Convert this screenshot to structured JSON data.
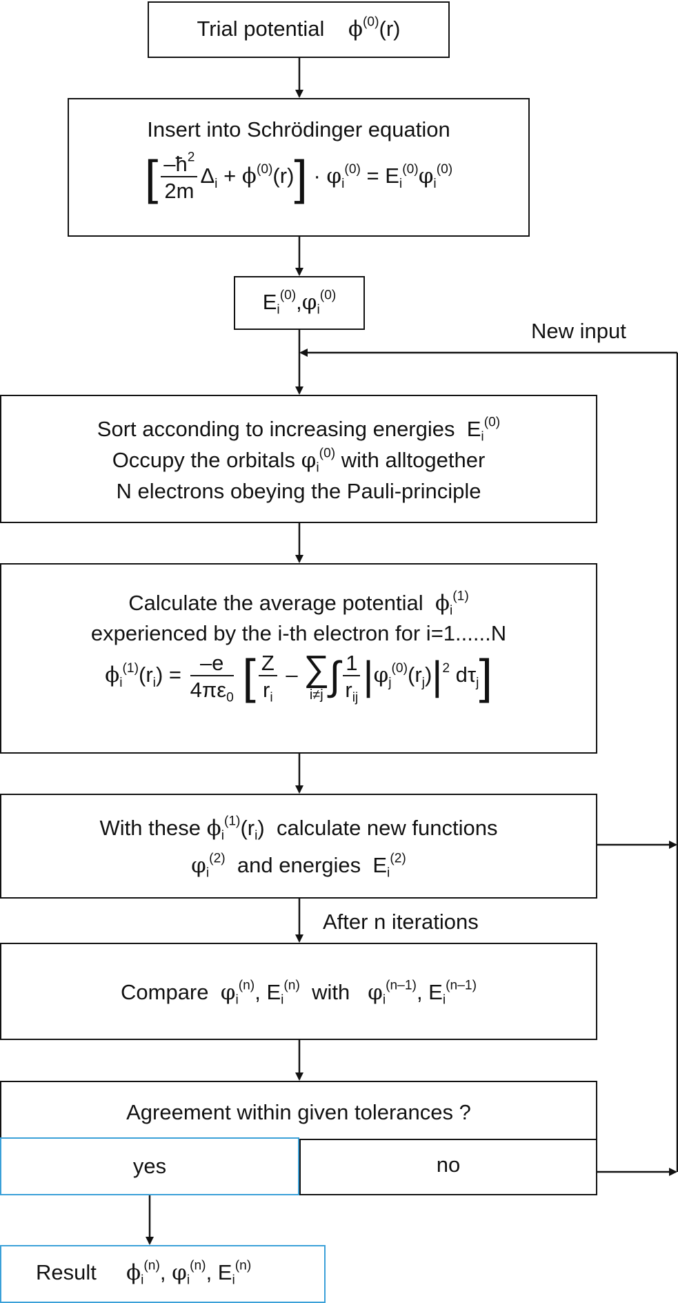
{
  "boxes": {
    "trial_label": "Trial potential",
    "insert_label": "Insert  into Schrödinger equation",
    "sort": {
      "line1": "Sort acconding to increasing energies",
      "line2a": "Occupy the orbitals",
      "line2b": "with alltogether",
      "line3": "N electrons obeying the Pauli-principle"
    },
    "calc": {
      "line1": "Calculate the average potential",
      "line2": "experienced by the i-th electron for i=1......N"
    },
    "with": {
      "line1a": "With these",
      "line1b": "calculate new functions",
      "line2": "and energies"
    },
    "compare": {
      "label": "Compare",
      "with": "with"
    },
    "agreement": "Agreement within given tolerances ?",
    "yes": "yes",
    "no": "no",
    "result_label": "Result"
  },
  "annotations": {
    "new_input": "New input",
    "after_n": "After n iterations"
  },
  "colors": {
    "stroke": "#111111",
    "highlight": "#3aa0d8"
  }
}
